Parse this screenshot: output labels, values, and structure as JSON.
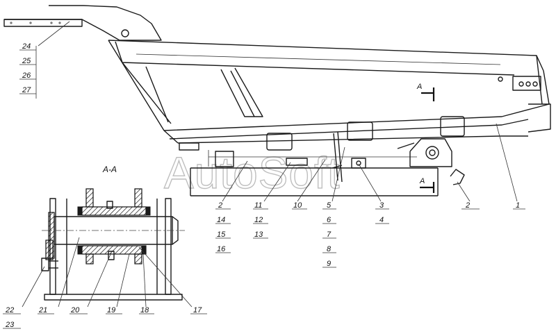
{
  "watermark": "AutoSoft",
  "section_label": "A-A",
  "section_marker_top": "A",
  "section_marker_bottom": "A",
  "callouts": {
    "n1": "1",
    "n2a": "2",
    "n2b": "2",
    "n3": "3",
    "n4": "4",
    "n5": "5",
    "n6": "6",
    "n7": "7",
    "n8": "8",
    "n9": "9",
    "n10": "10",
    "n11": "11",
    "n12": "12",
    "n13": "13",
    "n14": "14",
    "n15": "15",
    "n16": "16",
    "n17": "17",
    "n18": "18",
    "n19": "19",
    "n20": "20",
    "n21": "21",
    "n22": "22",
    "n23": "23",
    "n24": "24",
    "n25": "25",
    "n26": "26",
    "n27": "27"
  }
}
